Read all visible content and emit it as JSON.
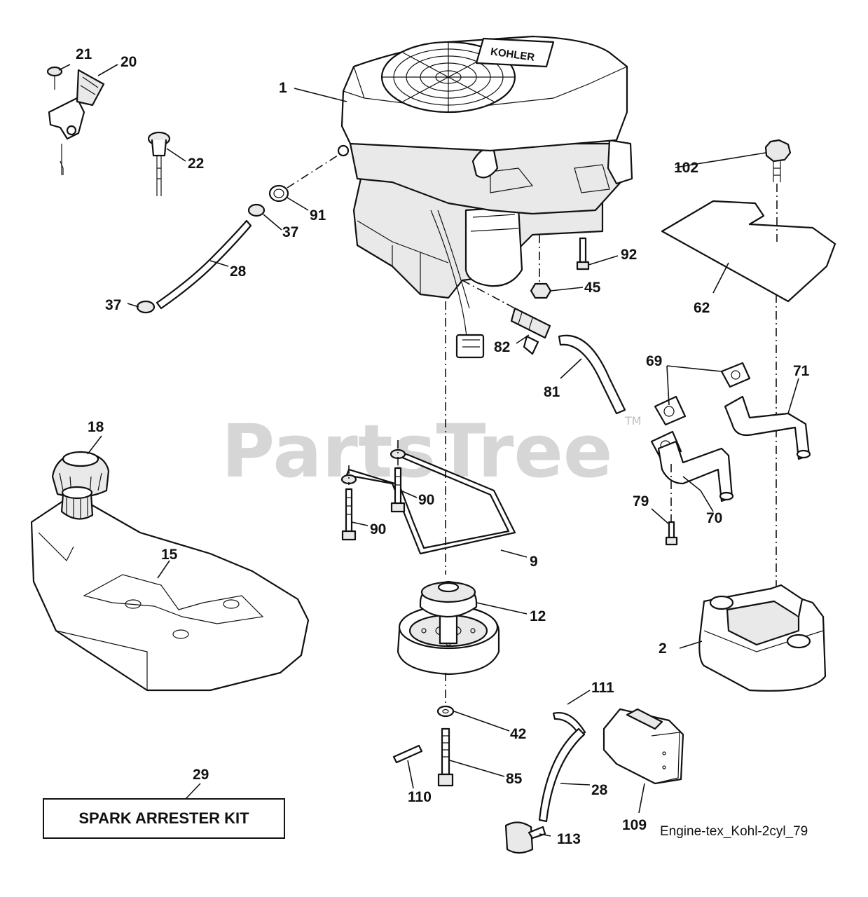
{
  "watermark": "PartsTree",
  "trademark": "TM",
  "diagram_code": "Engine-tex_Kohl-2cyl_79",
  "kit_box_label": "SPARK ARRESTER KIT",
  "engine_brand_lettering": "KOHLER",
  "callouts": [
    {
      "id": "c1",
      "text": "1"
    },
    {
      "id": "c2",
      "text": "2"
    },
    {
      "id": "c9",
      "text": "9"
    },
    {
      "id": "c12",
      "text": "12"
    },
    {
      "id": "c15",
      "text": "15"
    },
    {
      "id": "c18",
      "text": "18"
    },
    {
      "id": "c20",
      "text": "20"
    },
    {
      "id": "c21",
      "text": "21"
    },
    {
      "id": "c22",
      "text": "22"
    },
    {
      "id": "c28a",
      "text": "28"
    },
    {
      "id": "c28b",
      "text": "28"
    },
    {
      "id": "c29",
      "text": "29"
    },
    {
      "id": "c37a",
      "text": "37"
    },
    {
      "id": "c37b",
      "text": "37"
    },
    {
      "id": "c42",
      "text": "42"
    },
    {
      "id": "c45",
      "text": "45"
    },
    {
      "id": "c62",
      "text": "62"
    },
    {
      "id": "c69",
      "text": "69"
    },
    {
      "id": "c70",
      "text": "70"
    },
    {
      "id": "c71",
      "text": "71"
    },
    {
      "id": "c79",
      "text": "79"
    },
    {
      "id": "c81",
      "text": "81"
    },
    {
      "id": "c82",
      "text": "82"
    },
    {
      "id": "c85",
      "text": "85"
    },
    {
      "id": "c90a",
      "text": "90"
    },
    {
      "id": "c90b",
      "text": "90"
    },
    {
      "id": "c91",
      "text": "91"
    },
    {
      "id": "c92",
      "text": "92"
    },
    {
      "id": "c102",
      "text": "102"
    },
    {
      "id": "c109",
      "text": "109"
    },
    {
      "id": "c110",
      "text": "110"
    },
    {
      "id": "c111",
      "text": "111"
    },
    {
      "id": "c113",
      "text": "113"
    }
  ]
}
